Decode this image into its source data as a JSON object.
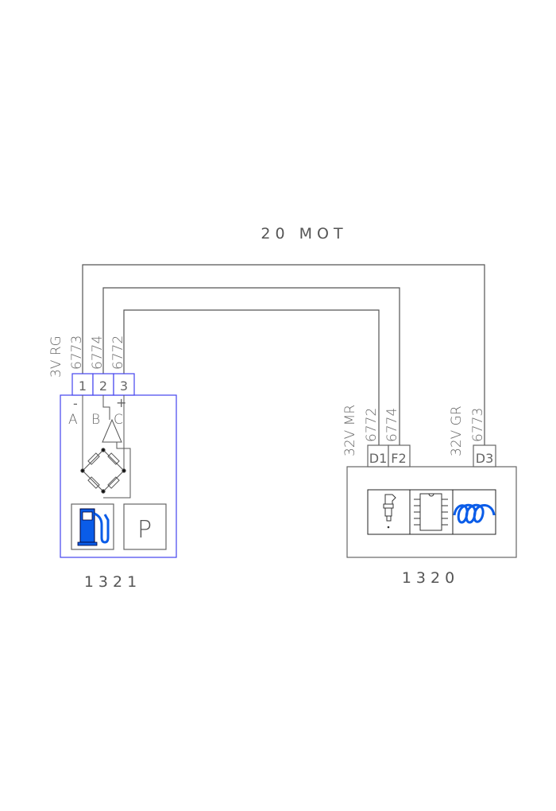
{
  "harness_label": "20 MOT",
  "colors": {
    "wire": "#555555",
    "module_1321_outline": "#4444ee",
    "icon_blue": "#0a5ce8"
  },
  "component_1321": {
    "id": "1321",
    "connector_label": "3V RG",
    "pins": [
      "1",
      "2",
      "3"
    ],
    "wires": [
      "6773",
      "6774",
      "6772"
    ],
    "terminals": [
      "A",
      "B",
      "C"
    ],
    "polarity": [
      "-",
      "+"
    ],
    "display_letter": "P"
  },
  "component_1320": {
    "id": "1320",
    "connector_left_label": "32V MR",
    "connector_right_label": "32V GR",
    "pins": [
      "D1",
      "F2",
      "D3"
    ],
    "wires": [
      "6772",
      "6774",
      "6773"
    ]
  }
}
